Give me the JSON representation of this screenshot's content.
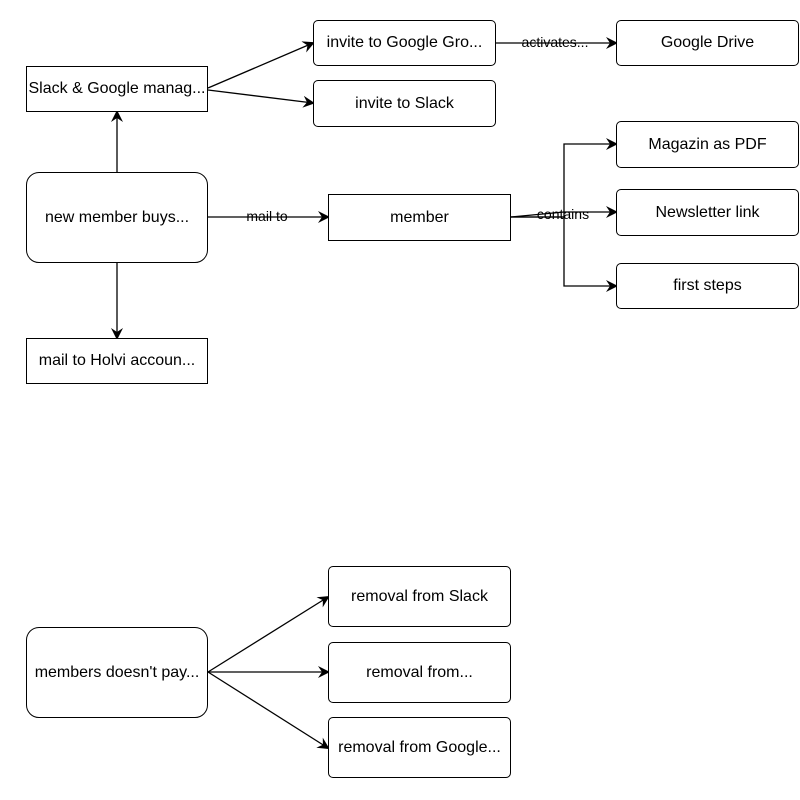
{
  "nodes": {
    "slack_google": "Slack & Google manag...",
    "invite_google": "invite to Google Gro...",
    "google_drive": "Google Drive",
    "invite_slack": "invite to Slack",
    "new_member": "new member buys...",
    "member": "member",
    "magazin": "Magazin as PDF",
    "newsletter": "Newsletter link",
    "first_steps": "first steps",
    "holvi": "mail to Holvi accoun...",
    "no_pay": "members doesn't pay...",
    "removal_slack": "removal from Slack",
    "removal_mid": "removal from...",
    "removal_google": "removal from Google..."
  },
  "edges": {
    "activates": "activates...",
    "mail_to": "mail to",
    "contains": "contains"
  },
  "colors": {
    "stroke": "#000000",
    "background": "#ffffff"
  }
}
